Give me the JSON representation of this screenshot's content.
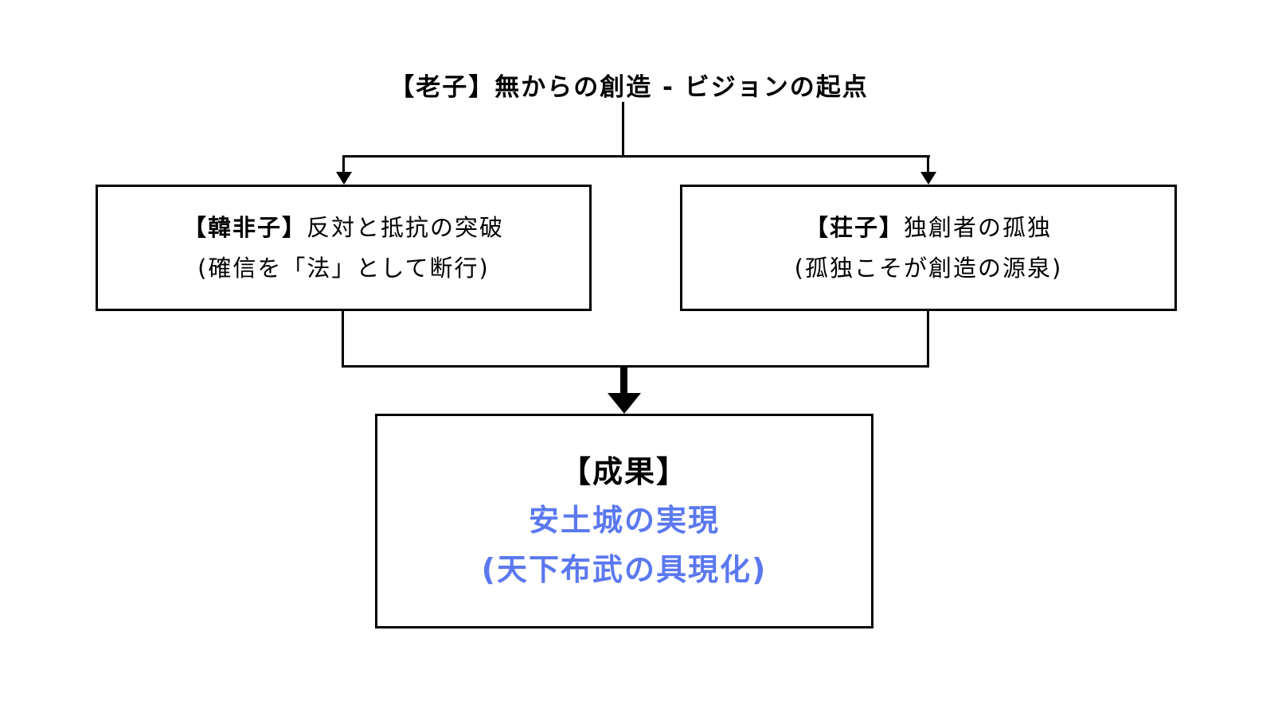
{
  "diagram": {
    "title": "【老子】無からの創造 - ビジョンの起点",
    "left_box": {
      "heading": "【韓非子】",
      "desc": "反対と抵抗の突破",
      "sub": "(確信を「法」として断行)"
    },
    "right_box": {
      "heading": "【荘子】",
      "desc": "独創者の孤独",
      "sub": "(孤独こそが創造の源泉)"
    },
    "result_box": {
      "heading": "【成果】",
      "line1": "安土城の実現",
      "line2": "(天下布武の具現化)"
    },
    "colors": {
      "line_color": "#000000",
      "result_text_color": "#5B78F0",
      "background": "#FFFFFF"
    }
  }
}
